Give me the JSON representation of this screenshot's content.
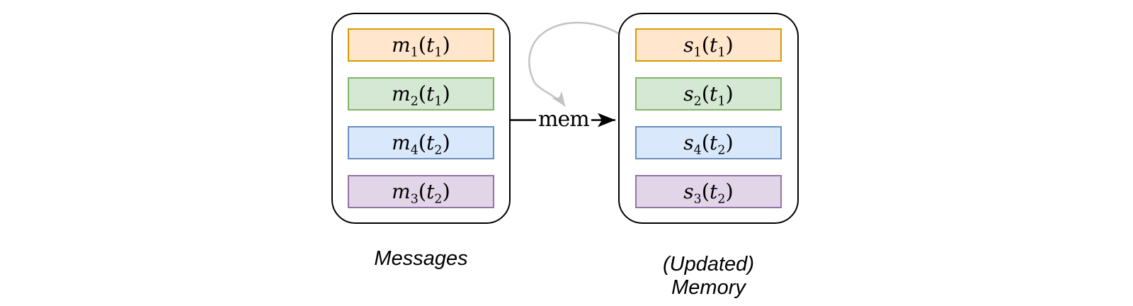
{
  "diagram": {
    "connector": {
      "label": "mem",
      "line_color": "#000000",
      "feedback_color": "#c3c3c3"
    },
    "palette": {
      "orange": {
        "fill": "#ffe6cc",
        "stroke": "#d79b00"
      },
      "green": {
        "fill": "#d5e8d4",
        "stroke": "#82b366"
      },
      "blue": {
        "fill": "#dae8fc",
        "stroke": "#6c8ebf"
      },
      "purple": {
        "fill": "#e1d5e7",
        "stroke": "#9673a6"
      }
    },
    "messages": {
      "caption": "Messages",
      "boxes": [
        {
          "v": "m",
          "vsub": "1",
          "open": "(",
          "arg": "t",
          "argsub": "1",
          "close": ")",
          "color": "orange"
        },
        {
          "v": "m",
          "vsub": "2",
          "open": "(",
          "arg": "t",
          "argsub": "1",
          "close": ")",
          "color": "green"
        },
        {
          "v": "m",
          "vsub": "4",
          "open": "(",
          "arg": "t",
          "argsub": "2",
          "close": ")",
          "color": "blue"
        },
        {
          "v": "m",
          "vsub": "3",
          "open": "(",
          "arg": "t",
          "argsub": "2",
          "close": ")",
          "color": "purple"
        }
      ]
    },
    "memory": {
      "caption_line1": "(Updated)",
      "caption_line2": "Memory",
      "boxes": [
        {
          "v": "s",
          "vsub": "1",
          "open": "(",
          "arg": "t",
          "argsub": "1",
          "close": ")",
          "color": "orange"
        },
        {
          "v": "s",
          "vsub": "2",
          "open": "(",
          "arg": "t",
          "argsub": "1",
          "close": ")",
          "color": "green"
        },
        {
          "v": "s",
          "vsub": "4",
          "open": "(",
          "arg": "t",
          "argsub": "2",
          "close": ")",
          "color": "blue"
        },
        {
          "v": "s",
          "vsub": "3",
          "open": "(",
          "arg": "t",
          "argsub": "2",
          "close": ")",
          "color": "purple"
        }
      ]
    }
  }
}
